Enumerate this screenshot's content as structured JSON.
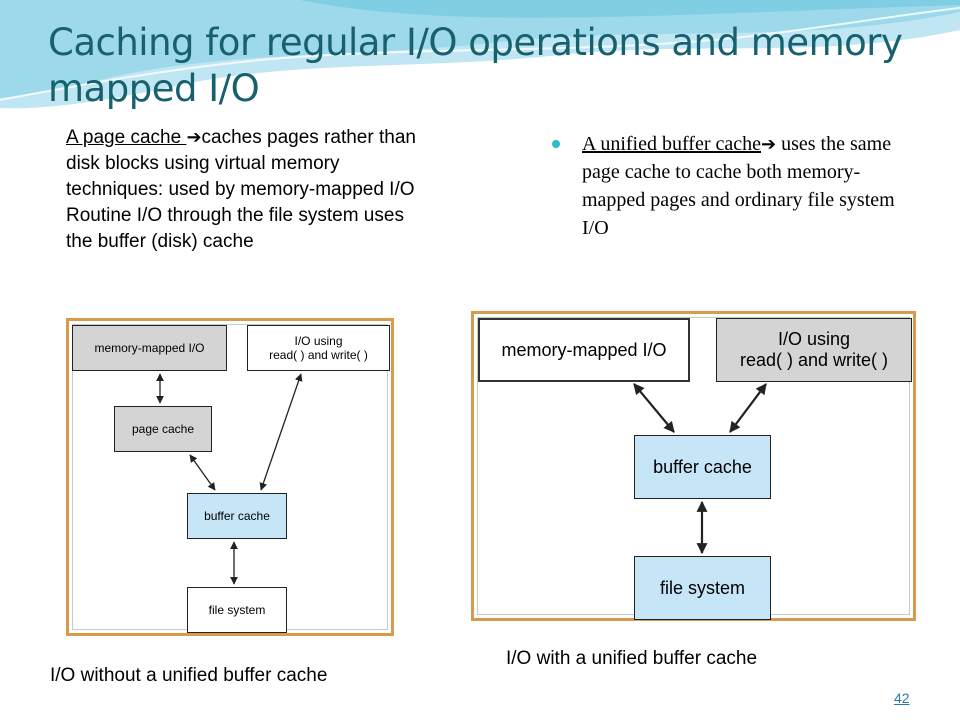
{
  "slide": {
    "title": "Caching for regular I/O operations and memory mapped I/O",
    "left_paragraph": {
      "part1": "A page cache ",
      "part2": "caches pages rather than disk blocks using virtual memory techniques: used by memory-mapped I/O",
      "part3": "Routine I/O through the file system uses the buffer (disk) cache"
    },
    "right_bullet": {
      "term": "A unified buffer cache",
      "rest": " uses the same page cache to cache both memory-mapped pages and ordinary file system I/O"
    },
    "diagram_left": {
      "caption": "I/O without a unified buffer cache",
      "memory_mapped": "memory-mapped I/O",
      "io_using_1": "I/O using",
      "io_using_2": "read( ) and write( )",
      "page_cache": "page cache",
      "buffer_cache": "buffer cache",
      "file_system": "file system"
    },
    "diagram_right": {
      "caption": "I/O with a unified buffer cache",
      "memory_mapped": "memory-mapped I/O",
      "io_using_1": "I/O using",
      "io_using_2": "read( ) and write( )",
      "buffer_cache": "buffer cache",
      "file_system": "file system"
    },
    "page_number": "42",
    "colors": {
      "title": "#17606e",
      "frame": "#d99a4e",
      "box_gray": "#d4d4d4",
      "box_blue": "#c6e6f7",
      "bullet": "#2fb9cf"
    },
    "icons": [
      "right-arrow-icon",
      "bullet-dot-icon"
    ]
  }
}
